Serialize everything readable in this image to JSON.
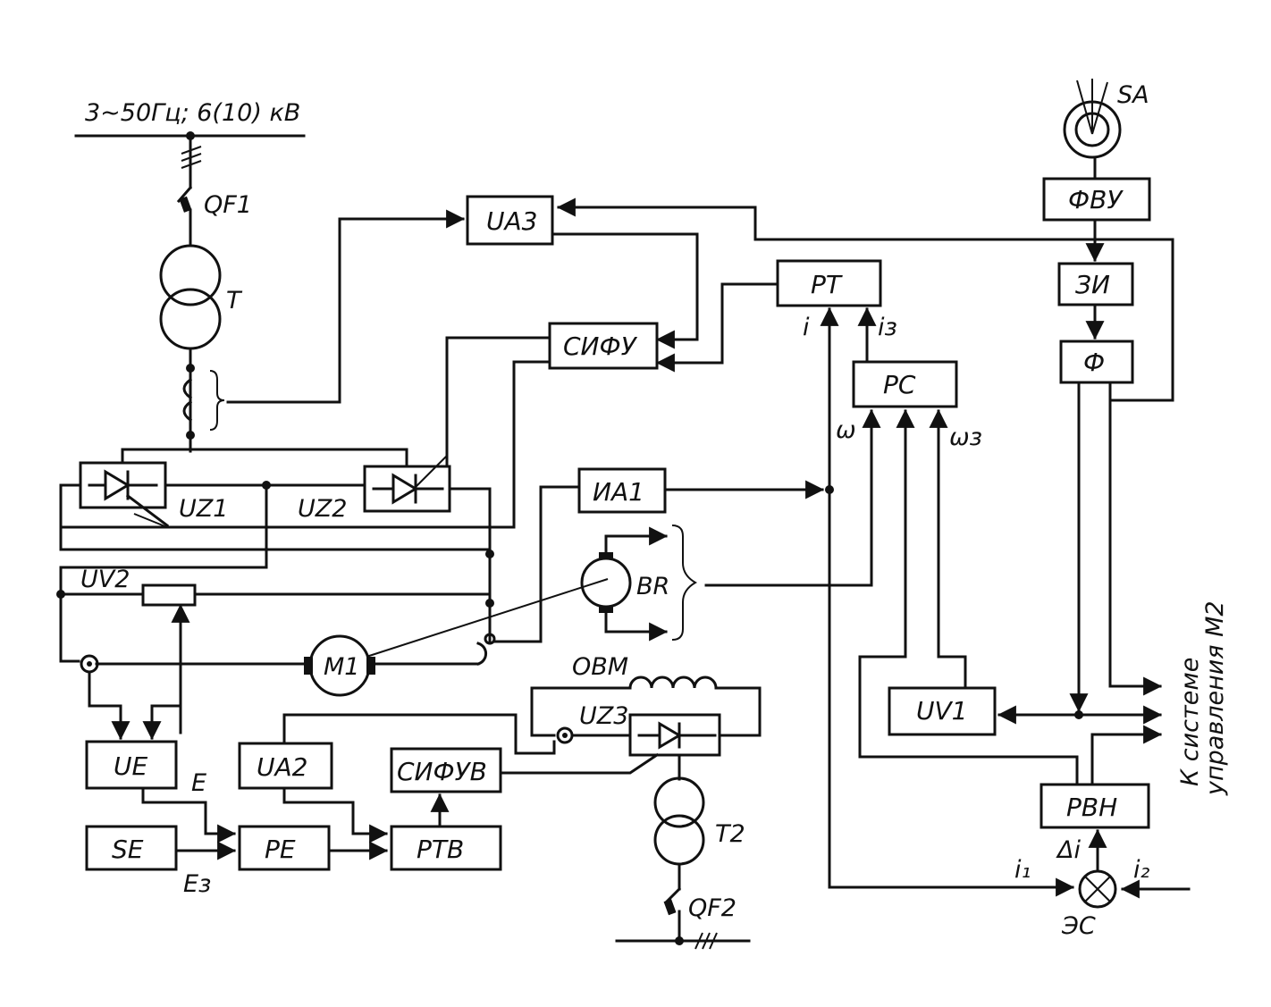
{
  "supply": {
    "main_bus": "3~50Гц; 6(10) кВ"
  },
  "labels": {
    "qf1": "QF1",
    "t": "T",
    "uz1": "UZ1",
    "uz2": "UZ2",
    "uv2": "UV2",
    "m1": "M1",
    "br": "BR",
    "obm": "ОВМ",
    "uz3": "UZ3",
    "t2": "T2",
    "qf2": "QF2",
    "sa": "SA",
    "e": "E",
    "e3": "Eз",
    "i": "i",
    "i3": "iз",
    "omega": "ω",
    "omega3": "ωз",
    "i1": "i₁",
    "i2": "i₂",
    "di": "Δi",
    "es": "ЭС",
    "to_system_line1": "К системе",
    "to_system_line2": "управления М2"
  },
  "blocks": {
    "ua3": "UA3",
    "sifu": "СИФУ",
    "rt": "РТ",
    "rs": "РС",
    "fvu": "ФВУ",
    "zi": "ЗИ",
    "f": "Ф",
    "ia1": "ИА1",
    "uv1": "UV1",
    "rvn": "РВН",
    "ue": "UE",
    "ua2": "UA2",
    "sifuv": "СИФУВ",
    "se": "SE",
    "pe": "РЕ",
    "rtv": "РТВ"
  }
}
